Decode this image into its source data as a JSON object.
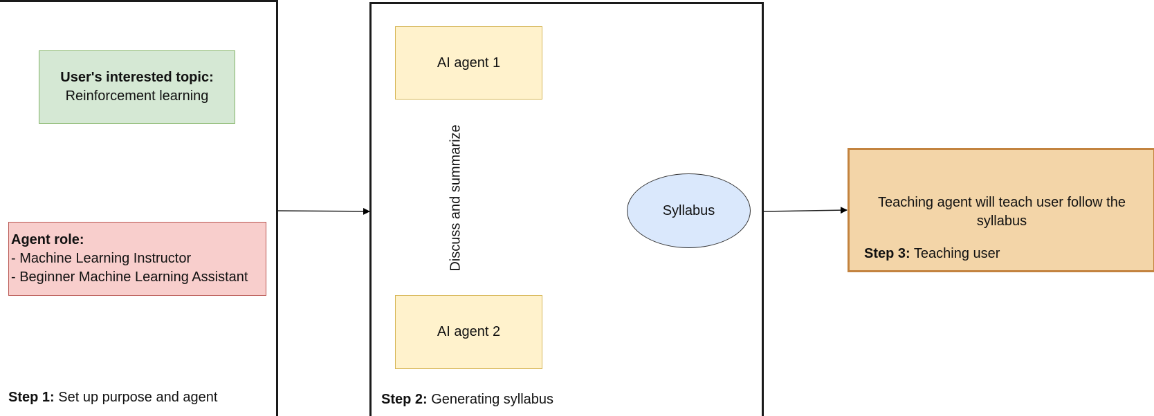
{
  "step1": {
    "topic_heading": "User's interested topic:",
    "topic_value": "Reinforcement learning",
    "role_heading": "Agent role:",
    "roles": [
      "- Machine Learning Instructor",
      "- Beginner Machine Learning Assistant"
    ],
    "step_prefix": "Step 1:",
    "step_text": " Set up purpose and agent"
  },
  "step2": {
    "agent1": "AI agent 1",
    "agent2": "AI agent 2",
    "exchange_label": "Discuss and summarize",
    "syllabus": "Syllabus",
    "step_prefix": "Step 2:",
    "step_text": " Generating syllabus"
  },
  "step3": {
    "description": "Teaching agent will teach user follow the syllabus",
    "step_prefix": "Step 3:",
    "step_text": " Teaching user"
  },
  "colors": {
    "topic_fill": "#d5e8d4",
    "role_fill": "#f8cecc",
    "agent_fill": "#fff2cc",
    "syllabus_fill": "#dae8fc",
    "teaching_fill": "#f3d5a8",
    "big_arrow_fill": "#bac8d3"
  }
}
